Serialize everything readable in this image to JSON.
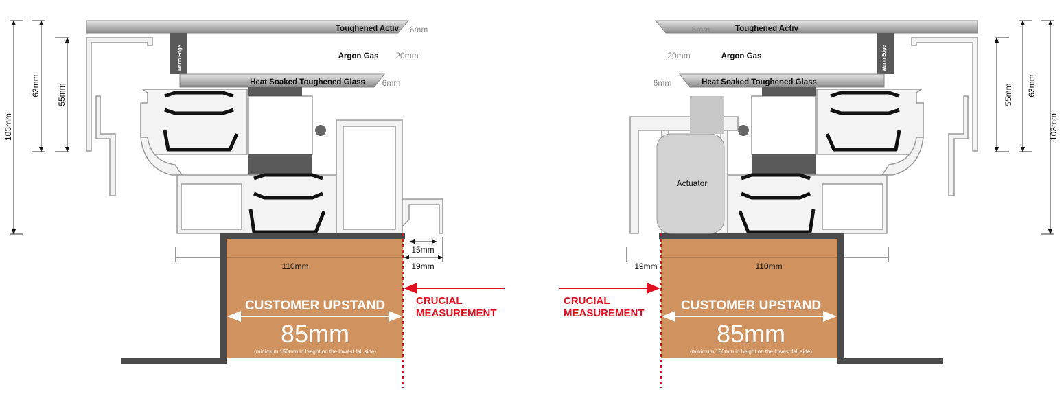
{
  "colors": {
    "upstand": "#d0935f",
    "upstand_wall": "#4a4a4a",
    "crucial": "#e01020",
    "glass": "#c8c8c8"
  },
  "left": {
    "glass_outer": "Toughened Activ",
    "glass_outer_thickness": "6mm",
    "gas": "Argon Gas",
    "gas_thickness": "20mm",
    "glass_inner": "Heat Soaked Toughened Glass",
    "glass_inner_thickness": "6mm",
    "spacer": "Warm Edge",
    "dim_total": "103mm",
    "dim_63": "63mm",
    "dim_55": "55mm",
    "dim_width": "110mm",
    "dim_15": "15mm",
    "dim_19": "19mm",
    "crucial_1": "CRUCIAL",
    "crucial_2": "MEASUREMENT",
    "upstand_label": "CUSTOMER UPSTAND",
    "upstand_value": "85mm",
    "upstand_note": "(minimum 150mm in height on the lowest fall side)"
  },
  "right": {
    "glass_outer": "Toughened Activ",
    "glass_outer_thickness": "6mm",
    "gas": "Argon Gas",
    "gas_thickness": "20mm",
    "glass_inner": "Heat Soaked Toughened Glass",
    "glass_inner_thickness": "6mm",
    "spacer": "Warm Edge",
    "actuator": "Actuator",
    "dim_total": "103mm",
    "dim_63": "63mm",
    "dim_55": "55mm",
    "dim_width": "110mm",
    "dim_19": "19mm",
    "crucial_1": "CRUCIAL",
    "crucial_2": "MEASUREMENT",
    "upstand_label": "CUSTOMER UPSTAND",
    "upstand_value": "85mm",
    "upstand_note": "(minimum 150mm in height on the lowest fall side)"
  }
}
